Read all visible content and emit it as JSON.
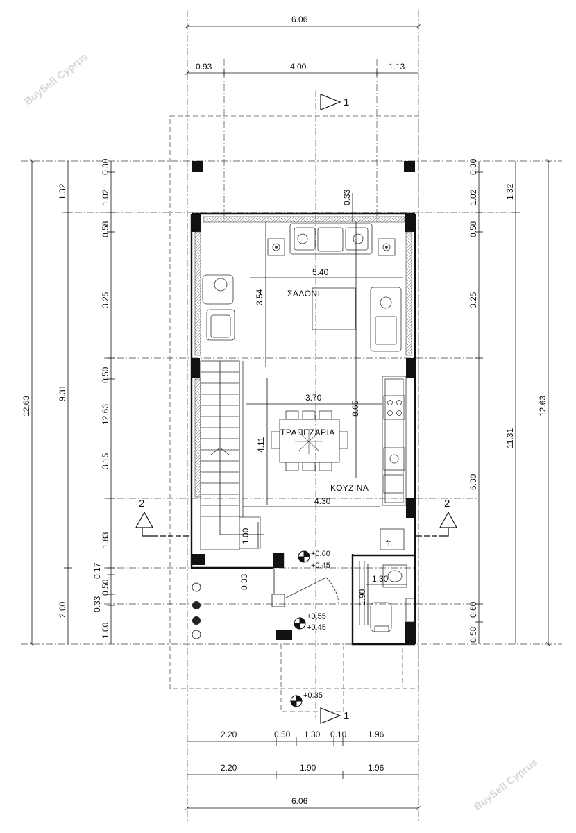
{
  "watermark": "BuySell Cyprus",
  "rooms": {
    "living": "ΣΑΛΟΝΙ",
    "dining": "ΤΡΑΠΕΖΑΡΙΑ",
    "kitchen": "ΚΟΥΖΙΝΑ",
    "fridge": "fr."
  },
  "section_marks": {
    "s1": "1",
    "s2": "2"
  },
  "levels": [
    "+0.60",
    "+0.45",
    "+0.55",
    "+0.45",
    "+0.35"
  ],
  "dims_top": [
    "6.06",
    "0.93",
    "4.00",
    "1.13"
  ],
  "dims_bottom": [
    "2.20",
    "0.50",
    "1.30",
    "0.10",
    "1.96",
    "2.20",
    "1.90",
    "1.96",
    "6.06"
  ],
  "dims_left": [
    "12.63",
    "1.32",
    "9.31",
    "2.00",
    "0.30",
    "1.02",
    "0.58",
    "3.25",
    "0.50",
    "12.63",
    "3.15",
    "1.83",
    "0.17",
    "0.50",
    "0.33",
    "1.00"
  ],
  "dims_right": [
    "0.30",
    "1.02",
    "0.58",
    "3.25",
    "6.30",
    "0.60",
    "0.58",
    "1.32",
    "11.31",
    "12.63"
  ],
  "dims_interior": [
    "0.33",
    "5.40",
    "3.54",
    "3.70",
    "8.65",
    "4.11",
    "4.30",
    "1.00",
    "0.33",
    "1.30",
    "1.90"
  ]
}
